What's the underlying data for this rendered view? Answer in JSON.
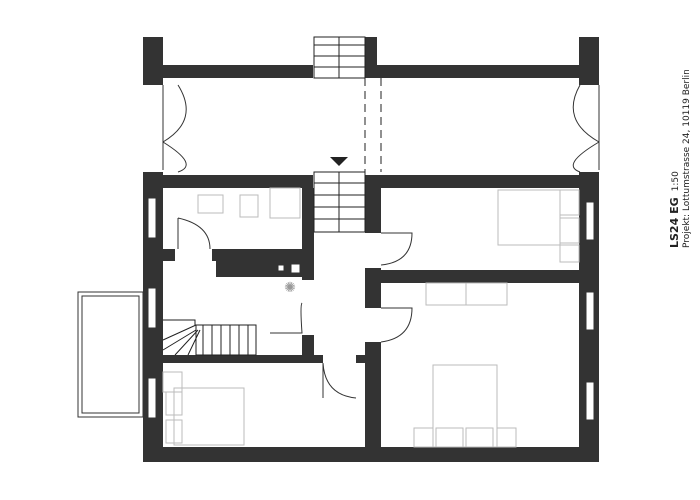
{
  "title_block": {
    "plan_name": "LS24 EG",
    "scale": "1:50",
    "project_label": "Projekt: Lottumstrasse 24, 10119 Berlin"
  },
  "colors": {
    "wall": "#333333",
    "line": "#222222",
    "furniture": "#bbbbbb",
    "background": "#ffffff"
  },
  "rooms": [
    {
      "id": "bathroom",
      "label": ""
    },
    {
      "id": "hall",
      "label": ""
    },
    {
      "id": "bedroom-top-right",
      "label": ""
    },
    {
      "id": "bedroom-large",
      "label": ""
    },
    {
      "id": "bedroom-bottom-left",
      "label": ""
    },
    {
      "id": "stair-landing",
      "label": ""
    }
  ]
}
